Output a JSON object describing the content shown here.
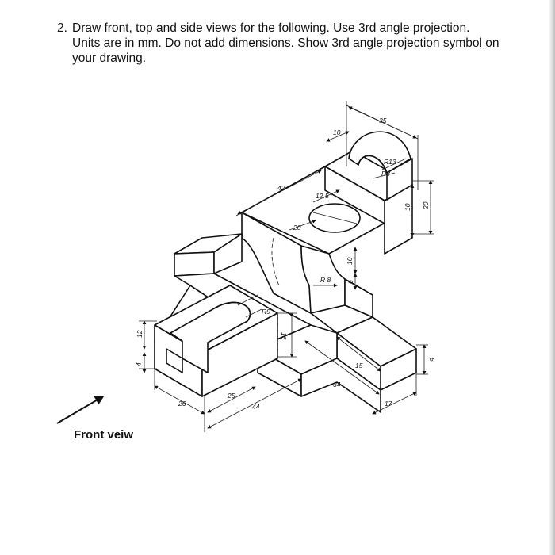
{
  "question": {
    "number": "2.",
    "text": "Draw front, top and side views for the following. Use 3rd angle projection. Units are in mm. Do not add dimensions. Show 3rd angle projection symbol on your drawing."
  },
  "annotation": {
    "label": "Front veiw"
  },
  "dimensions": {
    "d35": "35",
    "d10a": "10",
    "dR13": "R13",
    "dR8a": "R8",
    "d42": "42",
    "d12_5": "12.5",
    "d20a": "20",
    "d10b": "10",
    "d20b": "20",
    "d10c": "10",
    "d6a": "6",
    "dR8b": "R 8",
    "dR9": "R9",
    "d16": "16",
    "d12": "12",
    "d4": "4",
    "d26": "26",
    "d25": "25",
    "d44": "44",
    "d15": "15",
    "d34": "34",
    "d17": "17",
    "d9": "9"
  }
}
